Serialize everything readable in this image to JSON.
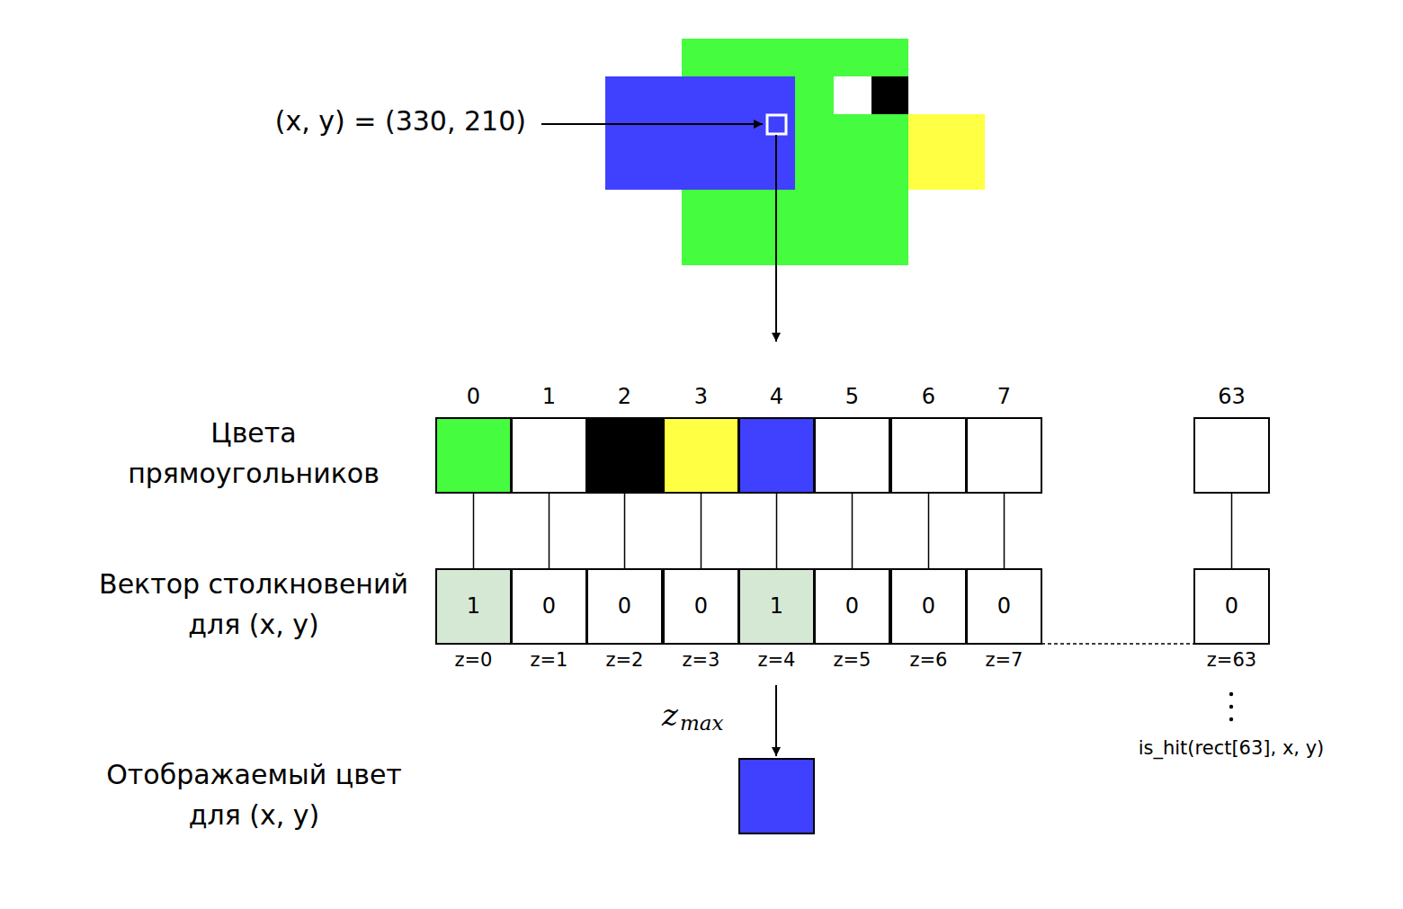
{
  "diagram": {
    "nodes": [
      {
        "text": [
          "0"
        ]
      },
      {
        "text": [
          "1"
        ]
      },
      {
        "text": [
          "2"
        ]
      },
      {
        "text": [
          "3"
        ]
      },
      {
        "text": [
          "4"
        ]
      },
      {
        "text": [
          "5"
        ]
      },
      {
        "text": [
          "6"
        ]
      },
      {
        "text": [
          "7"
        ]
      },
      {
        "text": [
          "63"
        ]
      },
      {
        "text": [
          "1",
          "z=0"
        ]
      },
      {
        "text": [
          "0",
          "z=1"
        ]
      },
      {
        "text": [
          "0",
          "z=2"
        ]
      },
      {
        "text": [
          "0",
          "z=3"
        ]
      },
      {
        "text": [
          "1",
          "z=4"
        ]
      },
      {
        "text": [
          "0",
          "z=5"
        ]
      },
      {
        "text": [
          "0",
          "z=6"
        ]
      },
      {
        "text": [
          "0",
          "z=7"
        ]
      },
      {
        "text": [
          "0",
          "z=63"
        ]
      }
    ],
    "edges": [
      {
        "from": 0,
        "to": 9,
        "arrow": "none"
      },
      {
        "from": 1,
        "to": 10,
        "arrow": "none"
      },
      {
        "from": 2,
        "to": 11,
        "arrow": "none"
      },
      {
        "from": 3,
        "to": 12,
        "arrow": "none"
      },
      {
        "from": 4,
        "to": 13,
        "arrow": "none"
      },
      {
        "from": 5,
        "to": 14,
        "arrow": "none"
      },
      {
        "from": 6,
        "to": 15,
        "arrow": "none"
      },
      {
        "from": 7,
        "to": 16,
        "arrow": "none"
      },
      {
        "from": 8,
        "to": 17,
        "arrow": "none"
      }
    ],
    "labels": [
      "(x, y) = (330, 210)",
      "Цвета прямоугольников",
      "Вектор столкновений для (x, y)",
      "Отображаемый цвет для (x, y)",
      "z",
      "max",
      "is_hit(rect[63], x, y)"
    ]
  }
}
